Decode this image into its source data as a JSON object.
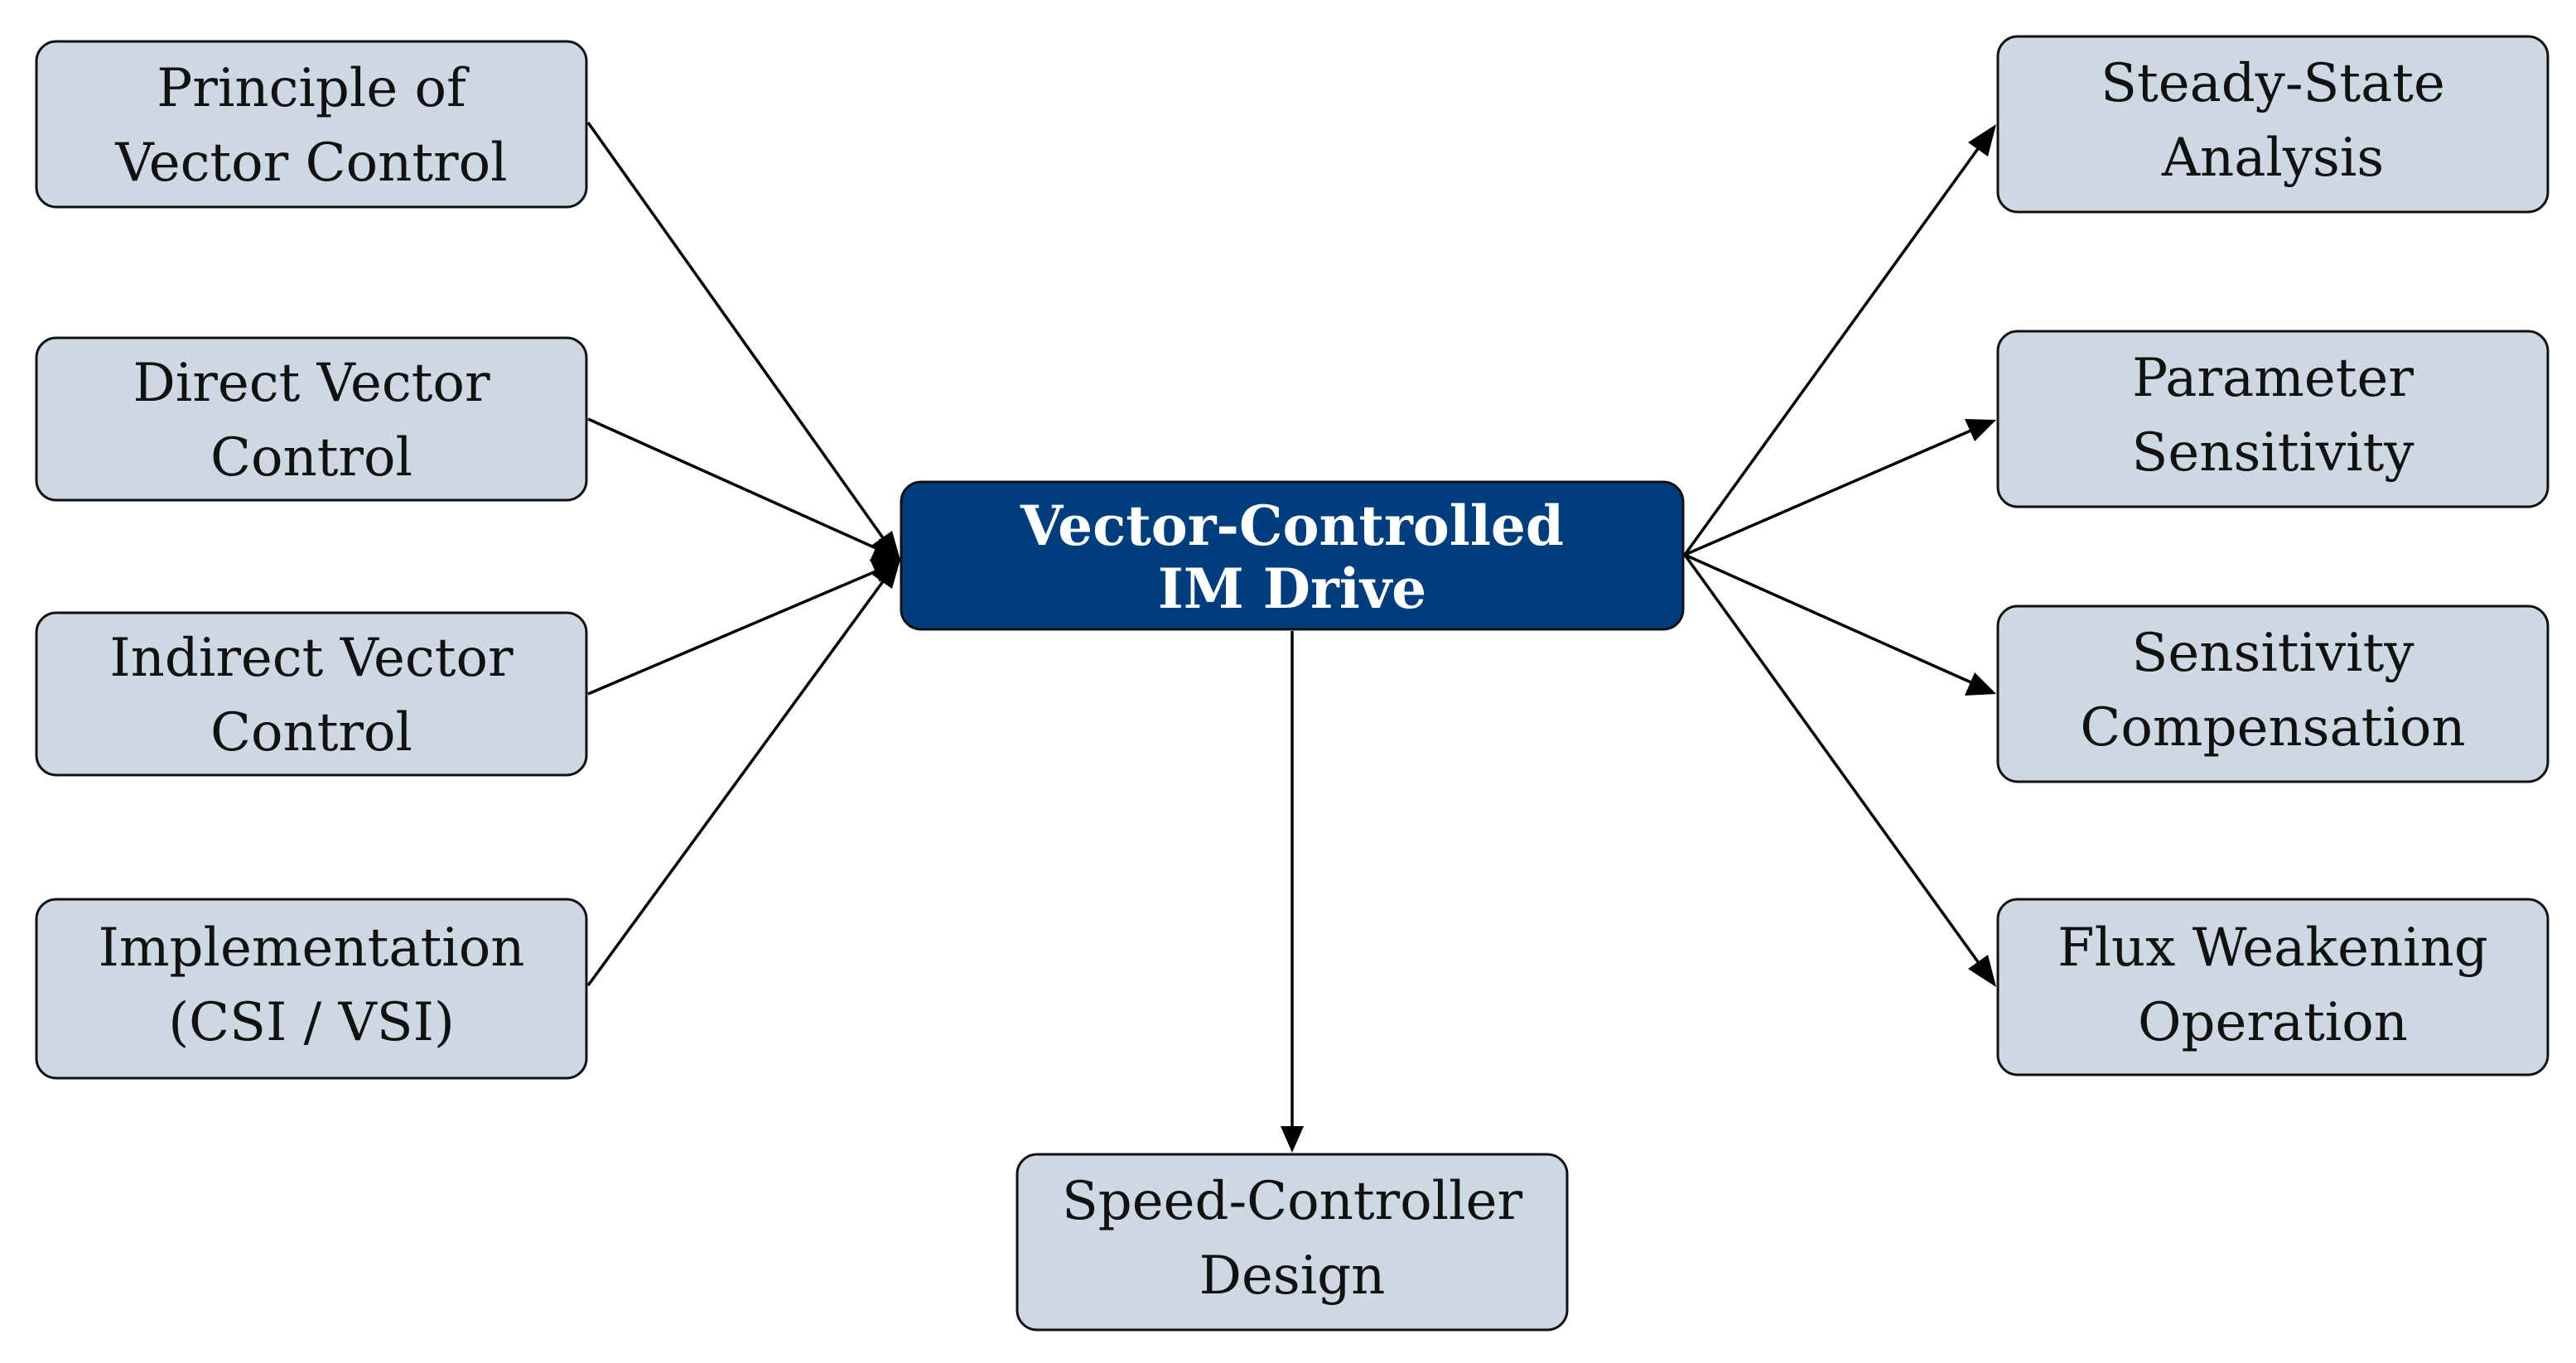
{
  "diagram": {
    "center": {
      "line1": "Vector-Controlled",
      "line2": "IM Drive"
    },
    "inputs": [
      {
        "line1": "Principle of",
        "line2": "Vector Control"
      },
      {
        "line1": "Direct Vector",
        "line2": "Control"
      },
      {
        "line1": "Indirect Vector",
        "line2": "Control"
      },
      {
        "line1": "Implementation",
        "line2": "(CSI / VSI)"
      }
    ],
    "outputs": [
      {
        "line1": "Steady-State",
        "line2": "Analysis"
      },
      {
        "line1": "Parameter",
        "line2": "Sensitivity"
      },
      {
        "line1": "Sensitivity",
        "line2": "Compensation"
      },
      {
        "line1": "Flux Weakening",
        "line2": "Operation"
      }
    ],
    "bottom": {
      "line1": "Speed-Controller",
      "line2": "Design"
    }
  },
  "colors": {
    "node_fill": "#cdd8e3",
    "center_fill": "#003d7c",
    "center_text": "#ffffff",
    "stroke": "#111111"
  }
}
